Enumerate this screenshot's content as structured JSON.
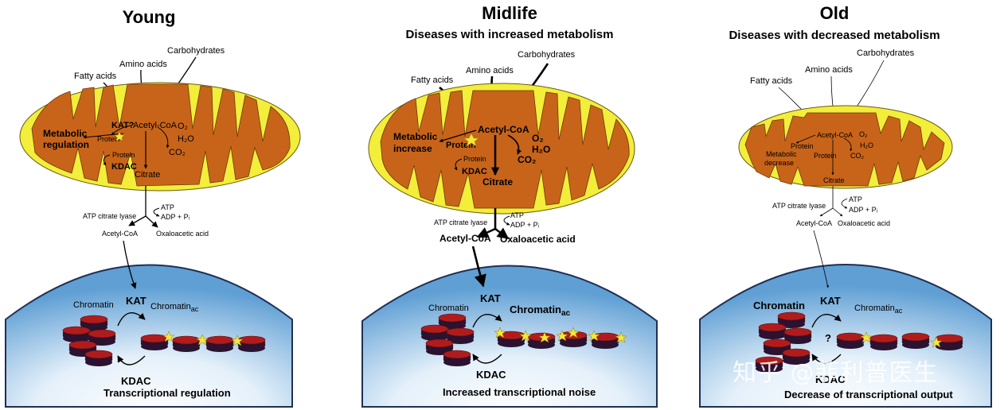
{
  "panels": [
    {
      "id": "young",
      "title": "Young",
      "subtitle": "",
      "inputs": [
        "Fatty acids",
        "Amino acids",
        "Carbohydrates"
      ],
      "matrix": {
        "acetyl_coa": "Acetyl-CoA",
        "kat_q": "KAT?",
        "protein_1": "Protein",
        "protein_2": "Protein",
        "kdac": "KDAC",
        "citrate": "Citrate",
        "o2": "O₂",
        "h2o": "H₂O",
        "co2": "CO₂",
        "metabolic_label_1": "Metabolic",
        "metabolic_label_2": "regulation"
      },
      "lyase": {
        "enzyme": "ATP citrate lyase",
        "atp": "ATP",
        "adp": "ADP + Pᵢ",
        "acetyl_coa": "Acetyl-CoA",
        "oxaloacetic": "Oxaloacetic acid"
      },
      "nucleus": {
        "chromatin": "Chromatin",
        "kat": "KAT",
        "chromatin_ac": "Chromatin",
        "chromatin_ac_sub": "ac",
        "kdac": "KDAC",
        "caption": "Transcriptional regulation",
        "question": ""
      }
    },
    {
      "id": "midlife",
      "title": "Midlife",
      "subtitle": "Diseases with increased metabolism",
      "inputs": [
        "Fatty acids",
        "Amino acids",
        "Carbohydrates"
      ],
      "matrix": {
        "acetyl_coa": "Acetyl-CoA",
        "kat_q": "",
        "protein_1": "Protein",
        "protein_2": "Protein",
        "kdac": "KDAC",
        "citrate": "Citrate",
        "o2": "O₂",
        "h2o": "H₂O",
        "co2": "CO₂",
        "metabolic_label_1": "Metabolic",
        "metabolic_label_2": "increase"
      },
      "lyase": {
        "enzyme": "ATP citrate lyase",
        "atp": "ATP",
        "adp": "ADP + Pᵢ",
        "acetyl_coa": "Acetyl-CoA",
        "oxaloacetic": "Oxaloacetic acid"
      },
      "nucleus": {
        "chromatin": "Chromatin",
        "kat": "KAT",
        "chromatin_ac": "Chromatin",
        "chromatin_ac_sub": "ac",
        "kdac": "KDAC",
        "caption": "Increased transcriptional noise",
        "question": ""
      }
    },
    {
      "id": "old",
      "title": "Old",
      "subtitle": "Diseases with decreased metabolism",
      "inputs": [
        "Fatty acids",
        "Amino acids",
        "Carbohydrates"
      ],
      "matrix": {
        "acetyl_coa": "Acetyl-CoA",
        "kat_q": "",
        "protein_1": "Protein",
        "protein_2": "Protein",
        "kdac": "",
        "citrate": "Citrate",
        "o2": "O₂",
        "h2o": "H₂O",
        "co2": "CO₂",
        "metabolic_label_1": "Metabolic",
        "metabolic_label_2": "decrease"
      },
      "lyase": {
        "enzyme": "ATP citrate lyase",
        "atp": "ATP",
        "adp": "ADP + Pᵢ",
        "acetyl_coa": "Acetyl-CoA",
        "oxaloacetic": "Oxaloacetic acid"
      },
      "nucleus": {
        "chromatin": "Chromatin",
        "kat": "KAT",
        "chromatin_ac": "Chromatin",
        "chromatin_ac_sub": "ac",
        "kdac": "KDAC",
        "caption": "Decrease of transcriptional output",
        "question": "?"
      }
    }
  ],
  "watermark": "知乎 @菲利普医生",
  "colors": {
    "outer_membrane": "#f2ee3a",
    "matrix": "#c8641a",
    "nucleus_edge": "#1f2f55",
    "nucleus_light": "#ffffff",
    "nucleus_blue": "#5f9fd4",
    "histone": "#b01c1c",
    "acetyl_star": "#f5e63a"
  }
}
